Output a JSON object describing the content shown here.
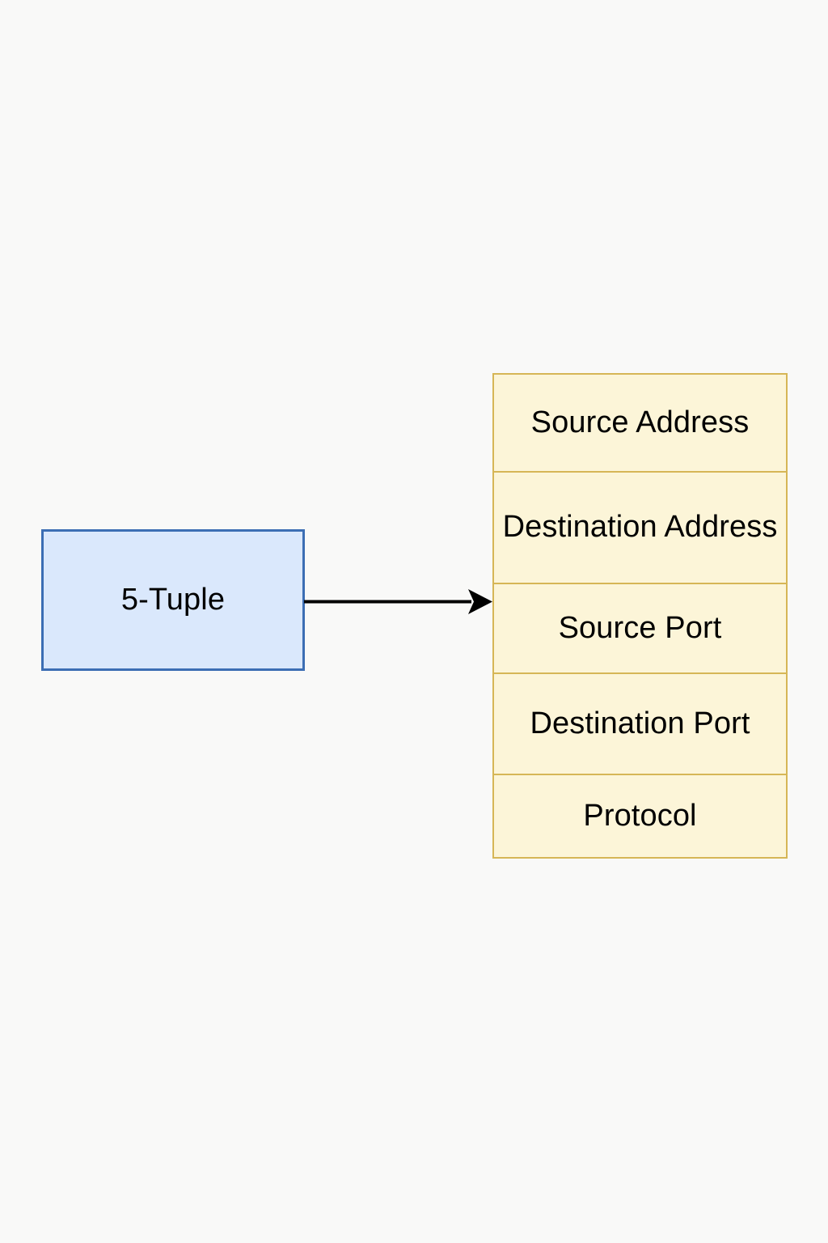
{
  "diagram": {
    "type": "flow-diagram",
    "background_color": "#f9f9f8",
    "source_node": {
      "label": "5-Tuple",
      "fill_color": "#dae8fc",
      "border_color": "#3c6eb4",
      "text_color": "#000000"
    },
    "connector": {
      "kind": "arrow",
      "direction": "right",
      "color": "#000000",
      "from": "5-Tuple",
      "to": "Source Port"
    },
    "field_stack": {
      "fill_color": "#fcf5d8",
      "border_color": "#d6b656",
      "text_color": "#000000",
      "rows": [
        {
          "label": "Source Address"
        },
        {
          "label": "Destination Address"
        },
        {
          "label": "Source Port"
        },
        {
          "label": "Destination Port"
        },
        {
          "label": "Protocol"
        }
      ]
    }
  }
}
